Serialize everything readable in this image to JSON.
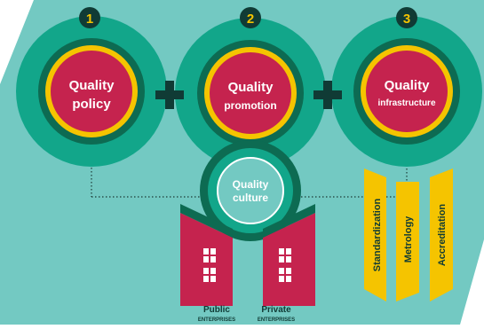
{
  "numbers": [
    "1",
    "2",
    "3"
  ],
  "circles": [
    {
      "line1": "Quality",
      "line2": "policy"
    },
    {
      "line1": "Quality",
      "line2": "promotion"
    },
    {
      "line1": "Quality",
      "line2": "infrastructure"
    }
  ],
  "culture": {
    "line1": "Quality",
    "line2": "culture"
  },
  "pillars": [
    "Standardization",
    "Metrology",
    "Accreditation"
  ],
  "enterprises": [
    {
      "title": "Public",
      "sub": "ENTERPRISES"
    },
    {
      "title": "Private",
      "sub": "ENTERPRISES"
    }
  ],
  "colors": {
    "background": "#73c9c2",
    "outer_ring": "#12a68a",
    "dark_ring": "#0d6b52",
    "yellow": "#f5c400",
    "crimson": "#c5234e",
    "dark_text": "#103b35"
  }
}
